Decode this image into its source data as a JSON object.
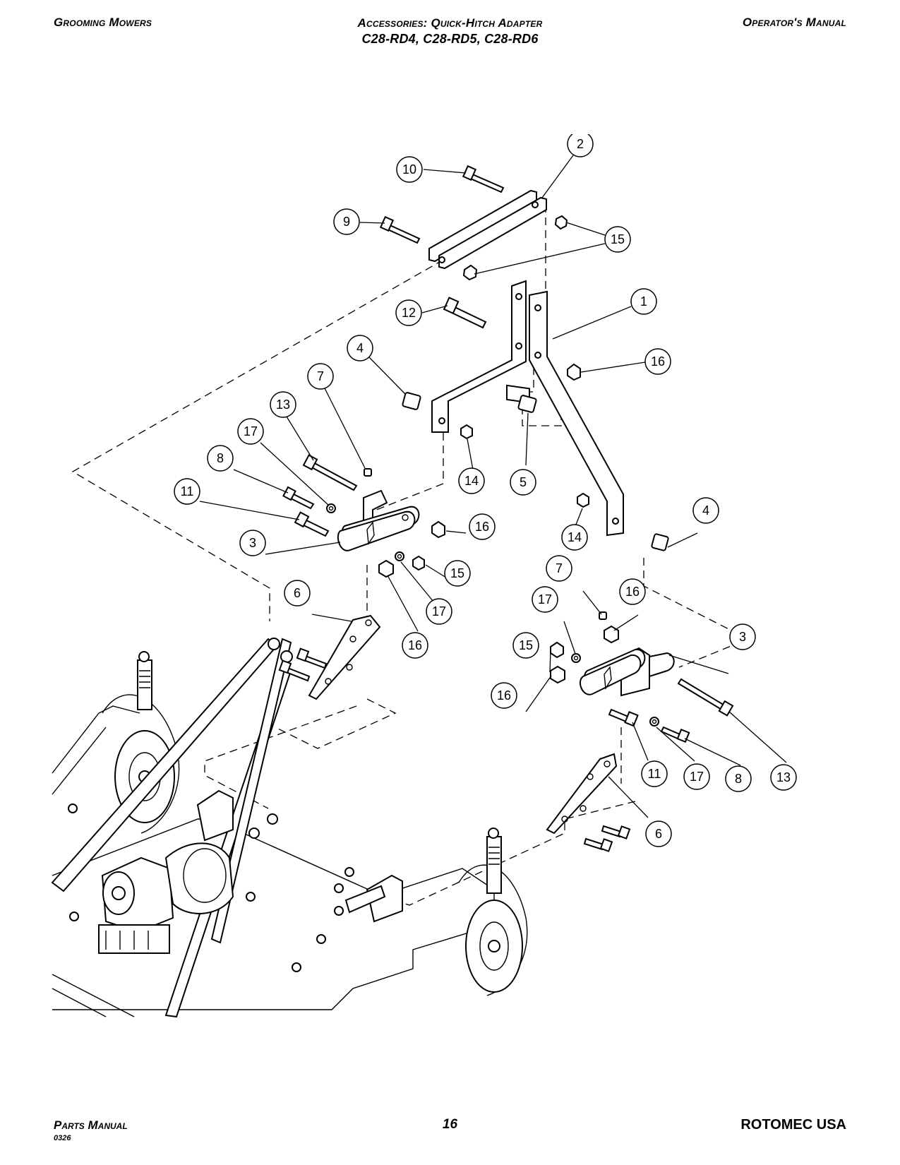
{
  "header": {
    "left": "Grooming Mowers",
    "center_title": "Accessories: Quick-Hitch Adapter",
    "center_models": "C28-RD4, C28-RD5, C28-RD6",
    "right": "Operator's Manual"
  },
  "footer": {
    "left": "Parts Manual",
    "code": "0326",
    "page": "16",
    "right": "ROTOMEC USA"
  },
  "callouts": [
    {
      "n": "1"
    },
    {
      "n": "2"
    },
    {
      "n": "3"
    },
    {
      "n": "3"
    },
    {
      "n": "4"
    },
    {
      "n": "4"
    },
    {
      "n": "5"
    },
    {
      "n": "6"
    },
    {
      "n": "6"
    },
    {
      "n": "7"
    },
    {
      "n": "7"
    },
    {
      "n": "8"
    },
    {
      "n": "8"
    },
    {
      "n": "9"
    },
    {
      "n": "10"
    },
    {
      "n": "11"
    },
    {
      "n": "11"
    },
    {
      "n": "12"
    },
    {
      "n": "13"
    },
    {
      "n": "13"
    },
    {
      "n": "14"
    },
    {
      "n": "14"
    },
    {
      "n": "15"
    },
    {
      "n": "15"
    },
    {
      "n": "15"
    },
    {
      "n": "16"
    },
    {
      "n": "16"
    },
    {
      "n": "16"
    },
    {
      "n": "16"
    },
    {
      "n": "16"
    },
    {
      "n": "17"
    },
    {
      "n": "17"
    },
    {
      "n": "17"
    }
  ]
}
